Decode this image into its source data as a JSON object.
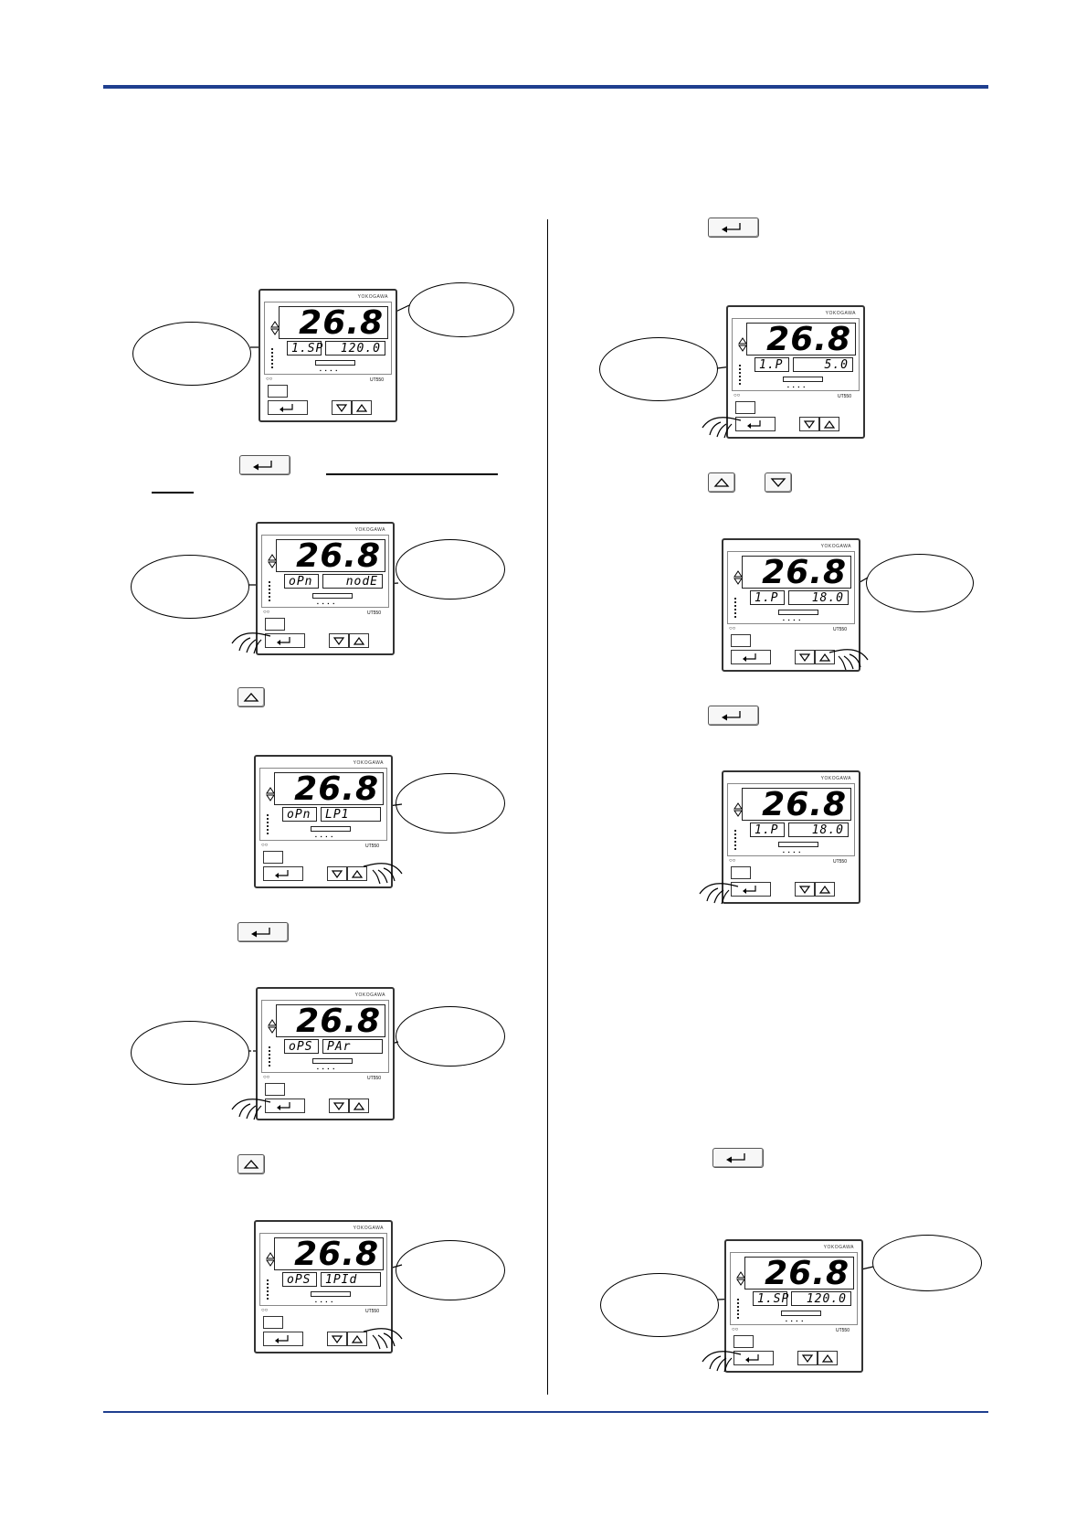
{
  "controller": {
    "brand": "YOKOGAWA",
    "model": "UT550",
    "pv": "26.8"
  },
  "figures": [
    {
      "id": "fig1",
      "sub1": "1.SP",
      "sub2": "120.0"
    },
    {
      "id": "fig2",
      "sub1": "oPn",
      "sub2": "nodE"
    },
    {
      "id": "fig3",
      "sub1": "oPn",
      "sub2": "LP1"
    },
    {
      "id": "fig4",
      "sub1": "oPS",
      "sub2": "PAr"
    },
    {
      "id": "fig5",
      "sub1": "oPS",
      "sub2": "1PId"
    },
    {
      "id": "fig6",
      "sub1": "1.P",
      "sub2": "5.0"
    },
    {
      "id": "fig7",
      "sub1": "1.P",
      "sub2": "18.0"
    },
    {
      "id": "fig8",
      "sub1": "1.P",
      "sub2": "18.0"
    },
    {
      "id": "fig9",
      "sub1": "1.SP",
      "sub2": "120.0"
    }
  ],
  "colors": {
    "rule": "#1f3f8f"
  },
  "icons": [
    "set-enter-key-icon",
    "up-key-icon",
    "down-key-icon",
    "hand-icon"
  ]
}
